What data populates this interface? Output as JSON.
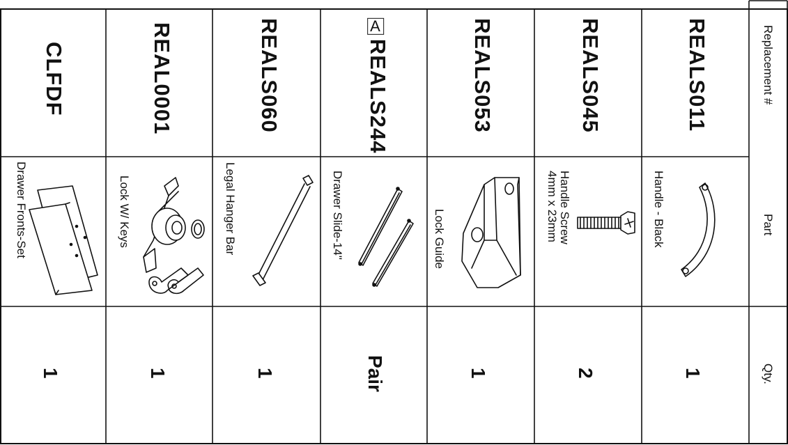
{
  "header": {
    "replacement": "Replacement #",
    "part": "Part",
    "qty": "Qty."
  },
  "rows": [
    {
      "code": "REALS011",
      "part": "Handle - Black",
      "qty": "1",
      "icon": "handle-icon"
    },
    {
      "code": "REALS045",
      "part_line1": "Handle Screw",
      "part_line2": "4mm x 23mm",
      "qty": "2",
      "icon": "screw-icon"
    },
    {
      "code": "REALS053",
      "part": "Lock Guide",
      "qty": "1",
      "icon": "lock-guide-icon"
    },
    {
      "code": "REALS244",
      "marker": "A",
      "part": "Drawer Slide-14\"",
      "qty": "Pair",
      "icon": "drawer-slide-icon"
    },
    {
      "code": "REALS060",
      "part": "Legal Hanger Bar",
      "qty": "1",
      "icon": "hanger-bar-icon"
    },
    {
      "code": "REAL0001",
      "part": "Lock W/ Keys",
      "qty": "1",
      "icon": "lock-keys-icon"
    },
    {
      "code": "CLFDF",
      "part": "Drawer Fronts-Set",
      "qty": "1",
      "icon": "drawer-fronts-icon"
    }
  ]
}
